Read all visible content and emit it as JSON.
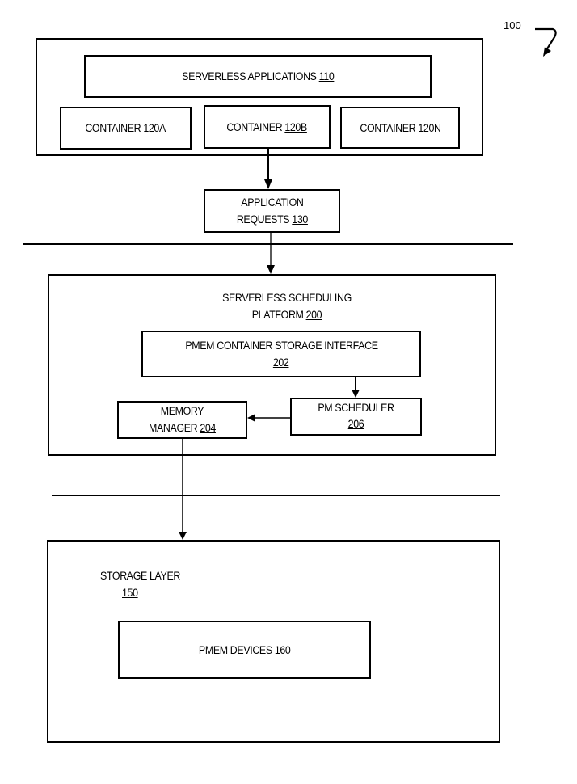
{
  "figure": {
    "ref_label": "100"
  },
  "top_group": {
    "serverless_apps": {
      "text": "SERVERLESS APPLICATIONS ",
      "ref": "110"
    },
    "containers": [
      {
        "text": "CONTAINER ",
        "ref": "120A"
      },
      {
        "text": "CONTAINER ",
        "ref": "120B"
      },
      {
        "text": "CONTAINER ",
        "ref": "120N"
      }
    ]
  },
  "app_requests": {
    "line1": "APPLICATION",
    "line2": "REQUESTS ",
    "ref": "130"
  },
  "scheduling_platform": {
    "line1": "SERVERLESS SCHEDULING",
    "line2": "PLATFORM ",
    "ref": "200",
    "csi": {
      "line1": "PMEM CONTAINER STORAGE INTERFACE",
      "ref": "202"
    },
    "memory_manager": {
      "line1": "MEMORY",
      "line2": "MANAGER ",
      "ref": "204"
    },
    "pm_scheduler": {
      "line1": "PM SCHEDULER",
      "ref": "206"
    }
  },
  "storage_layer": {
    "line1": "STORAGE LAYER",
    "ref": "150",
    "pmem_devices": {
      "text": "PMEM DEVICES 160"
    }
  }
}
